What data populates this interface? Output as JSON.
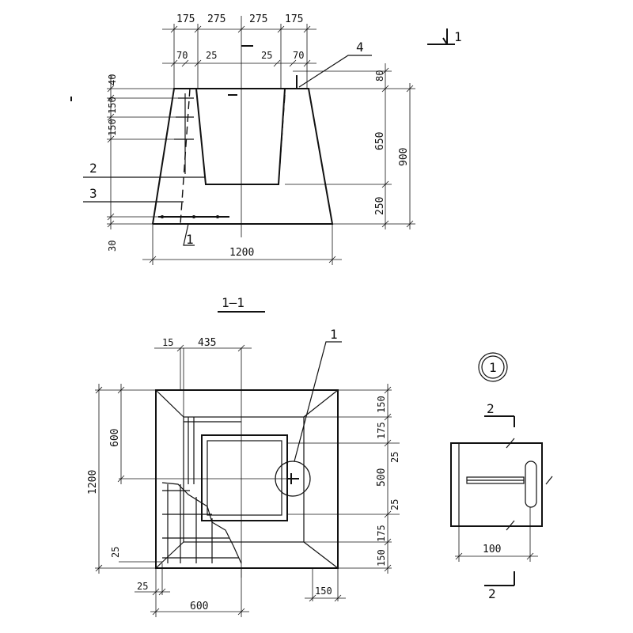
{
  "elevation": {
    "top_dims": [
      "175",
      "275",
      "275",
      "175"
    ],
    "sub_dims": [
      "70",
      "25",
      "25",
      "70"
    ],
    "left_dims": [
      "40",
      "150",
      "150"
    ],
    "right_dims": [
      "80",
      "650",
      "250"
    ],
    "overall_height": "900",
    "bottom_left_dim": "30",
    "base_width": "1200",
    "callouts": [
      "2",
      "3",
      "4",
      "1"
    ],
    "section_mark": "1"
  },
  "plan": {
    "section_title": "1—1",
    "top_dims": [
      "15",
      "435"
    ],
    "left_overall": "1200",
    "left_600": "600",
    "left_25": "25",
    "right_dims": [
      "150",
      "175",
      "25",
      "500",
      "25",
      "175",
      "150"
    ],
    "bottom_25": "25",
    "bottom_600": "600",
    "bottom_150": "150",
    "callout": "1"
  },
  "detail": {
    "node_label": "1",
    "section_mark_top": "2",
    "section_mark_bottom": "2",
    "width_dim": "100"
  }
}
